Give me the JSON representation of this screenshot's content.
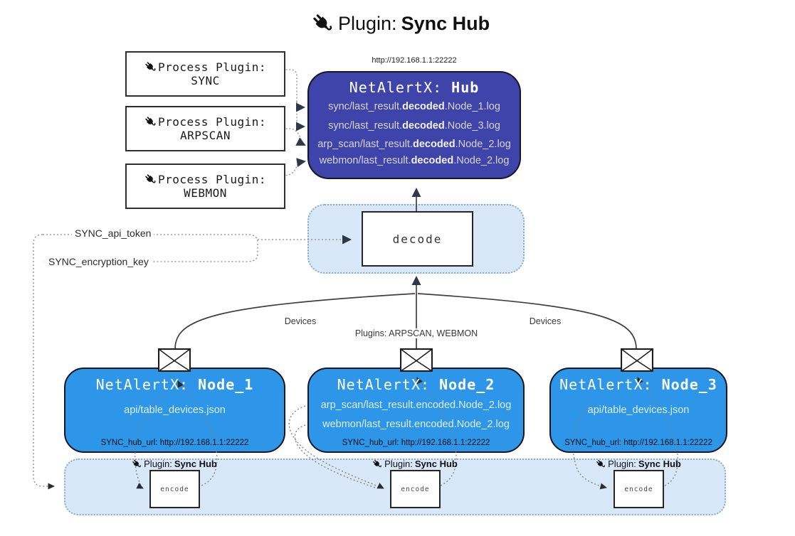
{
  "title": {
    "prefix": "Plugin: ",
    "bold": "Sync Hub"
  },
  "icons": {
    "title": "plug-icon",
    "process_box": "plug-icon",
    "band_label": "plug-icon",
    "node_mail": "envelope-icon"
  },
  "colors": {
    "hub_fill": "#3f44ab",
    "node_fill": "#2e96e8",
    "band_fill": "#d9e8f8",
    "band_border": "#8fabc4",
    "box_border": "#262626"
  },
  "process_plugins": [
    {
      "label": "Process Plugin:",
      "name": "SYNC"
    },
    {
      "label": "Process Plugin:",
      "name": "ARPSCAN"
    },
    {
      "label": "Process Plugin:",
      "name": "WEBMON"
    }
  ],
  "hub": {
    "url": "http://192.168.1.1:22222",
    "title_prefix": "NetAlertX: ",
    "title_bold": "Hub",
    "logs": [
      {
        "pre": "sync/last_result.",
        "bold": "decoded",
        "post": ".Node_1.log"
      },
      {
        "pre": "sync/last_result.",
        "bold": "decoded",
        "post": ".Node_3.log"
      },
      {
        "pre": "arp_scan/last_result.",
        "bold": "decoded",
        "post": ".Node_2.log"
      },
      {
        "pre": "webmon/last_result.",
        "bold": "decoded",
        "post": ".Node_2.log"
      }
    ]
  },
  "decode_area": {
    "label": "decode"
  },
  "settings": {
    "api_token": "SYNC_api_token",
    "encryption_key": "SYNC_encryption_key"
  },
  "edge_labels": {
    "left": "Devices",
    "center": "Plugins: ARPSCAN, WEBMON",
    "right": "Devices"
  },
  "nodes": [
    {
      "title_prefix": "NetAlertX: ",
      "title_bold": "Node_1",
      "lines": [
        "api/table_devices.json"
      ],
      "footer": "SYNC_hub_url: http://192.168.1.1:22222"
    },
    {
      "title_prefix": "NetAlertX: ",
      "title_bold": "Node_2",
      "lines": [
        "arp_scan/last_result.encoded.Node_2.log",
        "webmon/last_result.encoded.Node_2.log"
      ],
      "footer": "SYNC_hub_url: http://192.168.1.1:22222"
    },
    {
      "title_prefix": "NetAlertX: ",
      "title_bold": "Node_3",
      "lines": [
        "api/table_devices.json"
      ],
      "footer": "SYNC_hub_url: http://192.168.1.1:22222"
    }
  ],
  "encode_band": {
    "plugin_prefix": "Plugin: ",
    "plugin_bold": "Sync Hub",
    "encode_label": "encode"
  }
}
